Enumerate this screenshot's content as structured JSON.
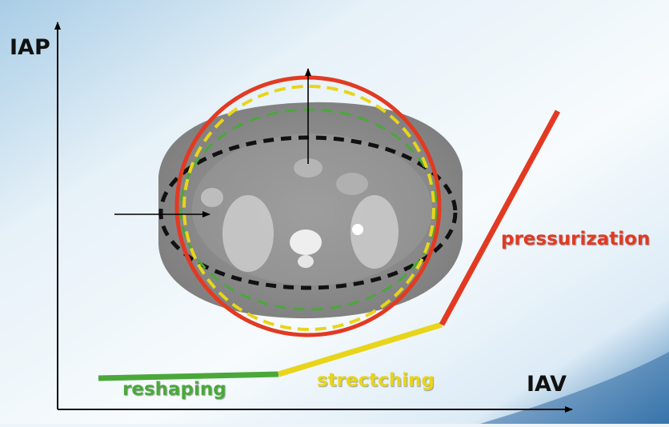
{
  "axes": {
    "y_label": "IAP",
    "x_label": "IAV"
  },
  "curve_phases": [
    {
      "label": "reshaping",
      "color": "#4aa83a"
    },
    {
      "label": "strectching",
      "color": "#e8d51a"
    },
    {
      "label": "pressurization",
      "color": "#e23a22"
    }
  ],
  "colors": {
    "ct_background": "#8f8f8f",
    "outline_reshaping": "#111111",
    "outline_intermediate": "#4aa83a",
    "outline_stretching": "#e8d51a",
    "outline_pressurization": "#e23a22"
  }
}
